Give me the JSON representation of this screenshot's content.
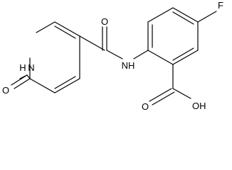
{
  "molecule": {
    "atom_labels": {
      "fluorine": "F",
      "amide_oxygen": "O",
      "amide_nh": "NH",
      "ring_nh": "H",
      "ring_n": "N",
      "pyridone_oxygen": "O",
      "acid_oxygen": "O",
      "acid_hydroxyl": "OH"
    }
  }
}
